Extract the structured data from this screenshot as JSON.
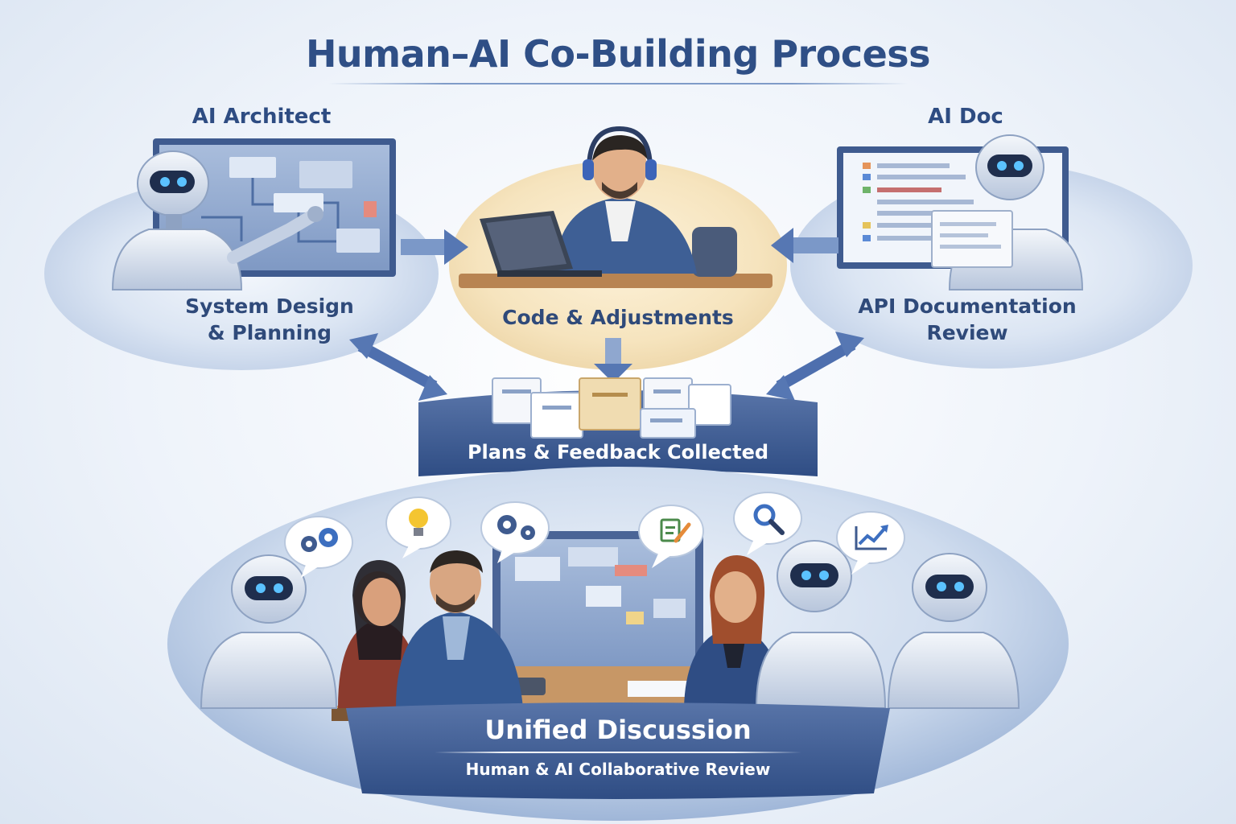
{
  "title": "Human–AI Co-Building Process",
  "architect": {
    "role": "AI Architect",
    "task_line1": "System Design",
    "task_line2": "& Planning"
  },
  "developer": {
    "task": "Code & Adjustments"
  },
  "doc": {
    "role": "AI Doc",
    "task_line1": "API Documentation",
    "task_line2": "Review"
  },
  "collection": {
    "label": "Plans & Feedback Collected"
  },
  "discussion": {
    "title": "Unified Discussion",
    "subtitle": "Human & AI Collaborative Review"
  },
  "speech_icons": [
    "gears-icon",
    "lightbulb-icon",
    "gears-icon",
    "document-edit-icon",
    "magnifier-icon",
    "chart-up-icon"
  ],
  "colors": {
    "title": "#2f4f86",
    "accent": "#3d5fa0",
    "banner": "#3a5a92",
    "bubble": "#dbe5f3",
    "warm": "#f6e4be"
  }
}
